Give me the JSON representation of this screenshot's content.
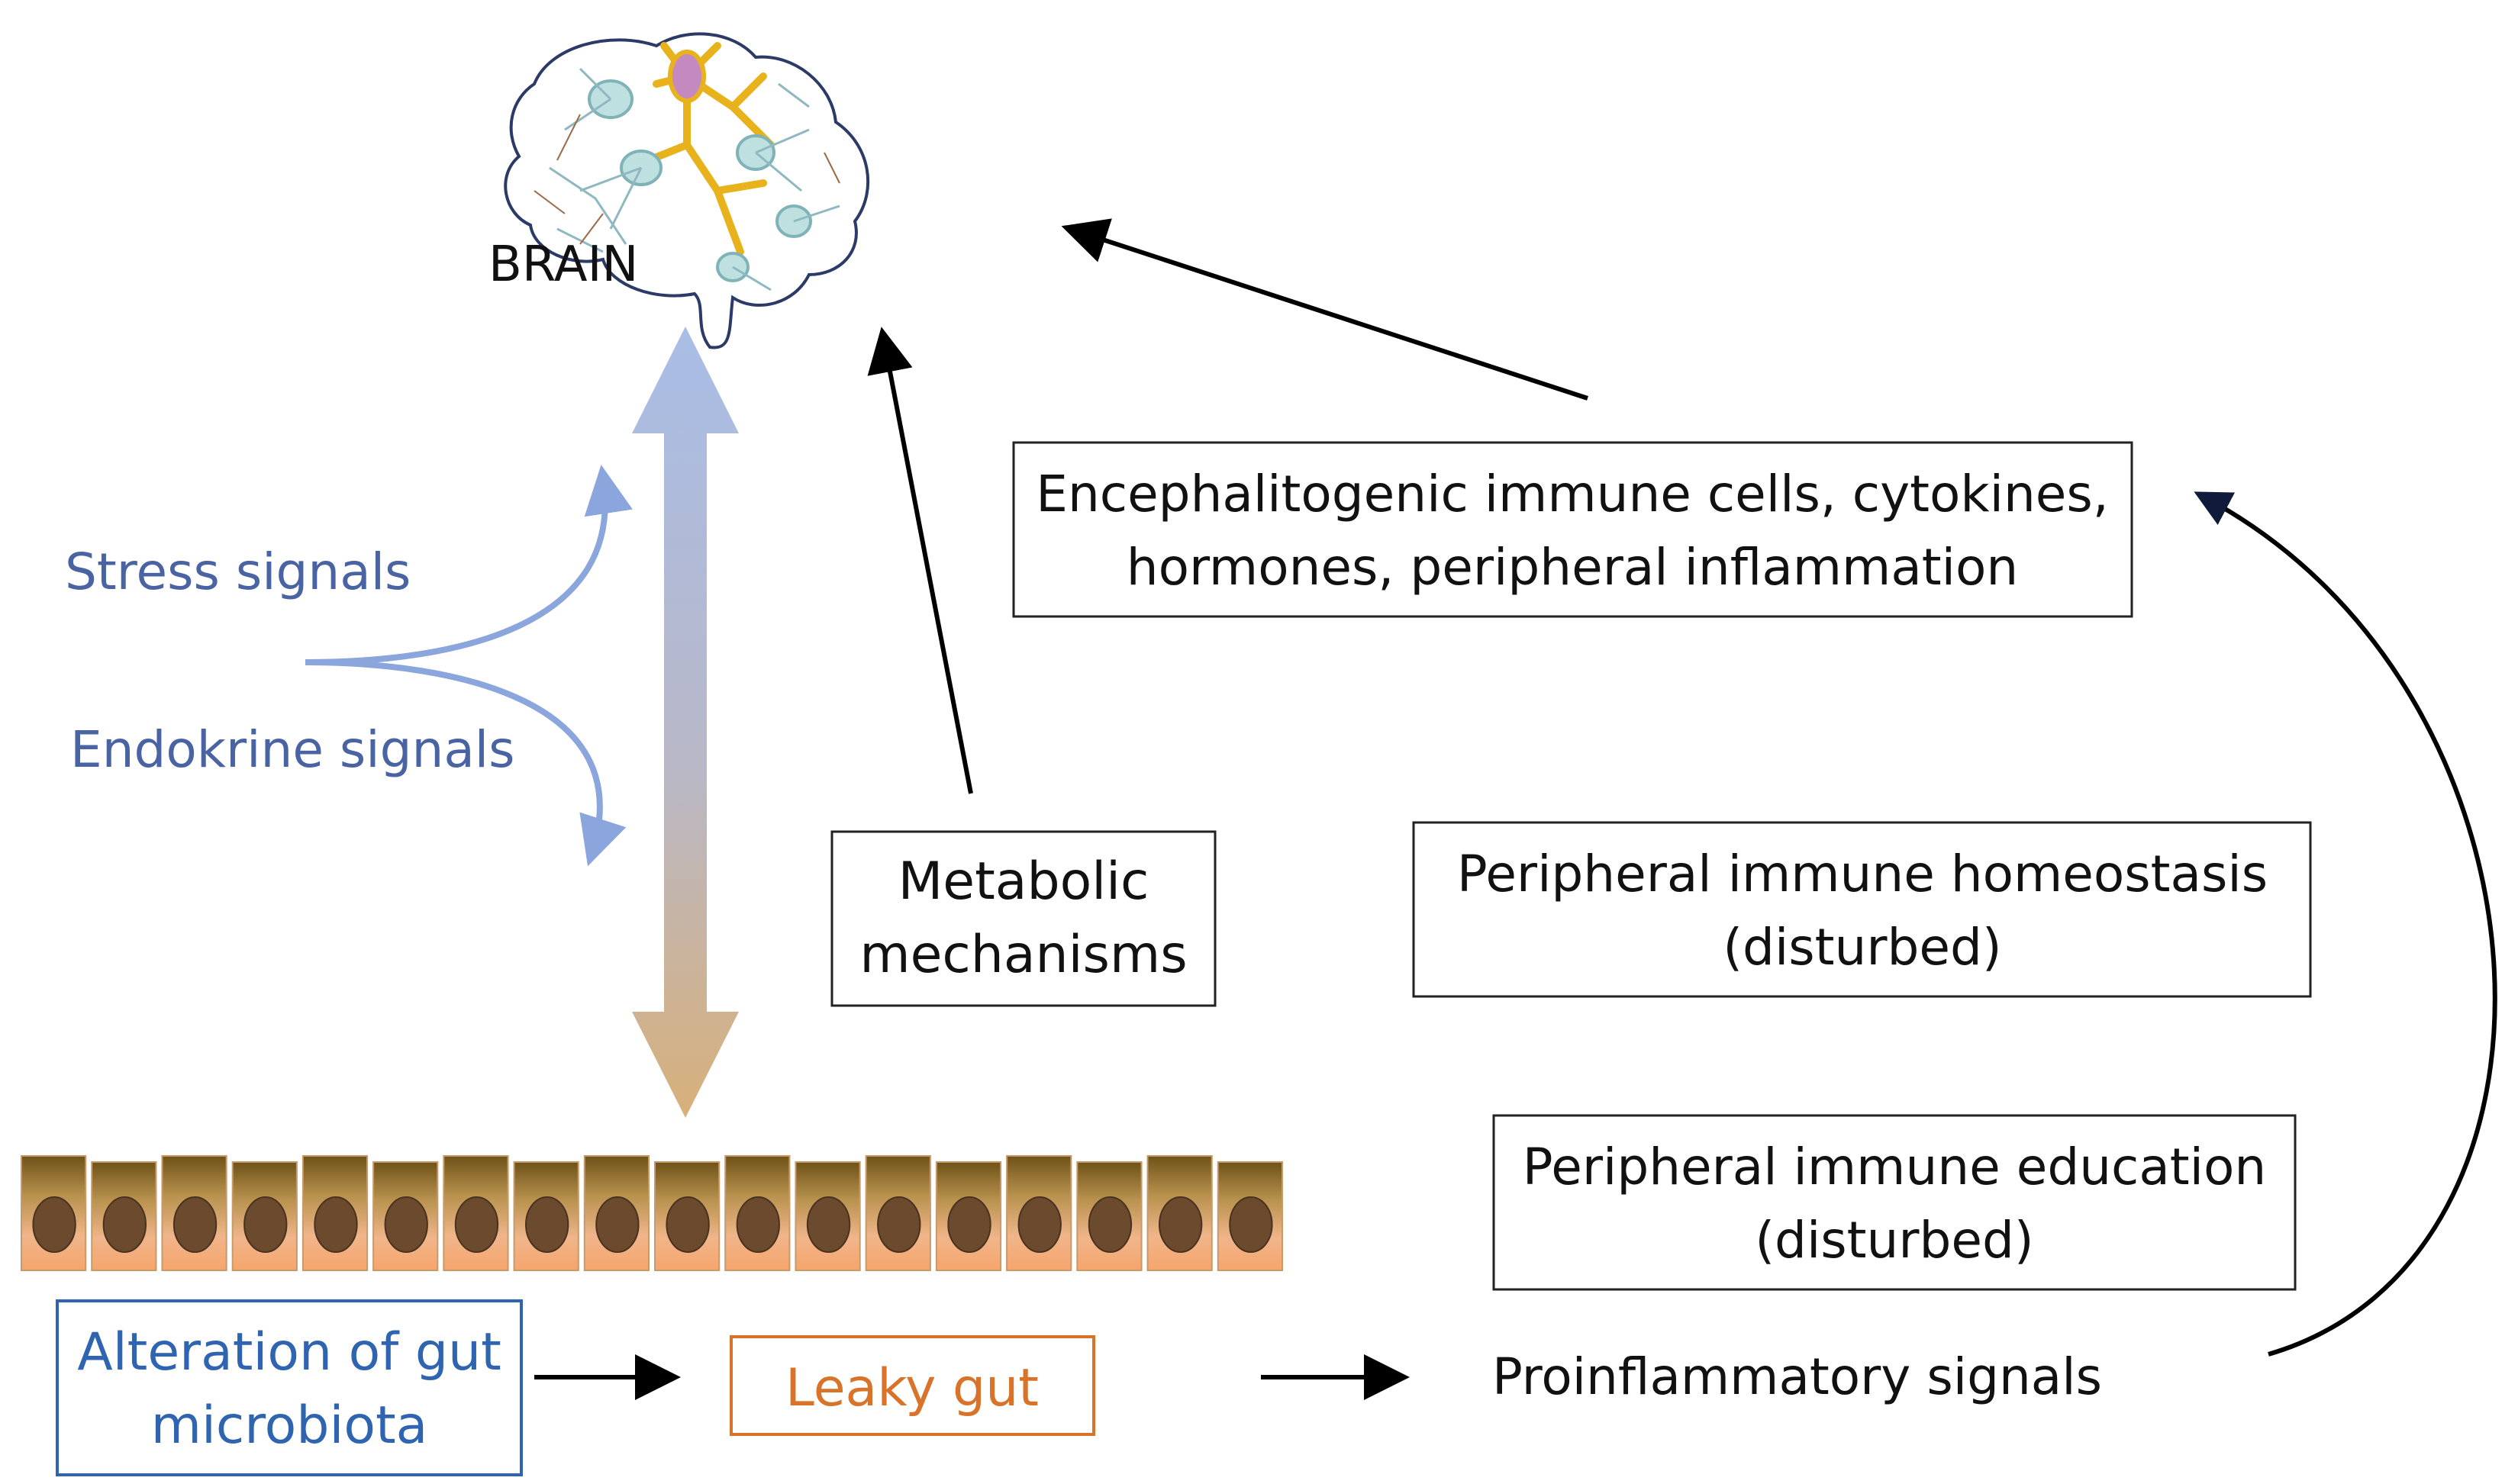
{
  "brain": {
    "label": "BRAIN"
  },
  "signals": {
    "stress": "Stress signals",
    "endocrine": "Endokrine signals"
  },
  "boxes": {
    "metabolic": [
      "Metabolic",
      "mechanisms"
    ],
    "encephalitogenic": [
      "Encephalitogenic immune cells, cytokines,",
      "hormones, peripheral inflammation"
    ],
    "homeostasis": [
      "Peripheral immune homeostasis",
      "(disturbed)"
    ],
    "education": [
      "Peripheral immune education",
      "(disturbed)"
    ],
    "microbiota": [
      "Alteration of gut",
      "microbiota"
    ],
    "leaky_gut": "Leaky gut"
  },
  "proinflammatory": "Proinflammatory signals",
  "colors": {
    "signal_blue": "#4a63a3",
    "arrow_top": "#a9bde6",
    "arrow_bottom": "#d8b07a",
    "leaky_orange": "#d9732a",
    "microbiota_blue": "#2f64b0",
    "cell_top": "#7a5c1e",
    "cell_bottom": "#f2a978",
    "nucleus": "#6b4a2e"
  }
}
